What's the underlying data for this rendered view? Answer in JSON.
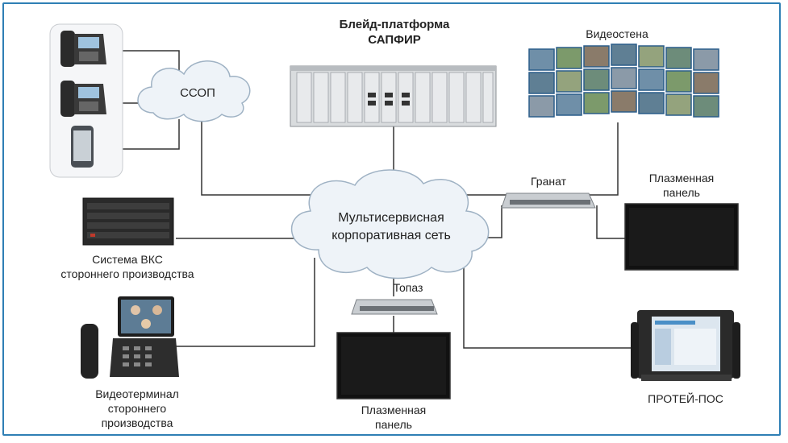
{
  "colors": {
    "frame": "#2f7fb5",
    "line": "#333333",
    "cloud_fill": "#eef3f8",
    "cloud_stroke": "#9fb2c4",
    "screen": "#111111",
    "device": "#cfd3d6"
  },
  "blade_platform": {
    "line1": "Блейд-платформа",
    "line2": "САПФИР"
  },
  "pstn_cloud": {
    "label": "ССОП"
  },
  "videowall": {
    "label": "Видеостена"
  },
  "network_cloud": {
    "line1": "Мультисервисная",
    "line2": "корпоративная сеть"
  },
  "granat": {
    "label": "Гранат"
  },
  "topaz": {
    "label": "Топаз"
  },
  "plasma_right": {
    "line1": "Плазменная",
    "line2": "панель"
  },
  "plasma_bottom": {
    "line1": "Плазменная",
    "line2": "панель"
  },
  "vks_system": {
    "line1": "Система ВКС",
    "line2": "стороннего производства"
  },
  "videoterminal": {
    "line1": "Видеотерминал",
    "line2": "стороннего",
    "line3": "производства"
  },
  "protei_pos": {
    "label": "ПРОТЕЙ-ПОС"
  },
  "phones": {
    "icons": [
      "ip-phone-icon",
      "ip-phone-icon",
      "smartphone-icon"
    ]
  }
}
